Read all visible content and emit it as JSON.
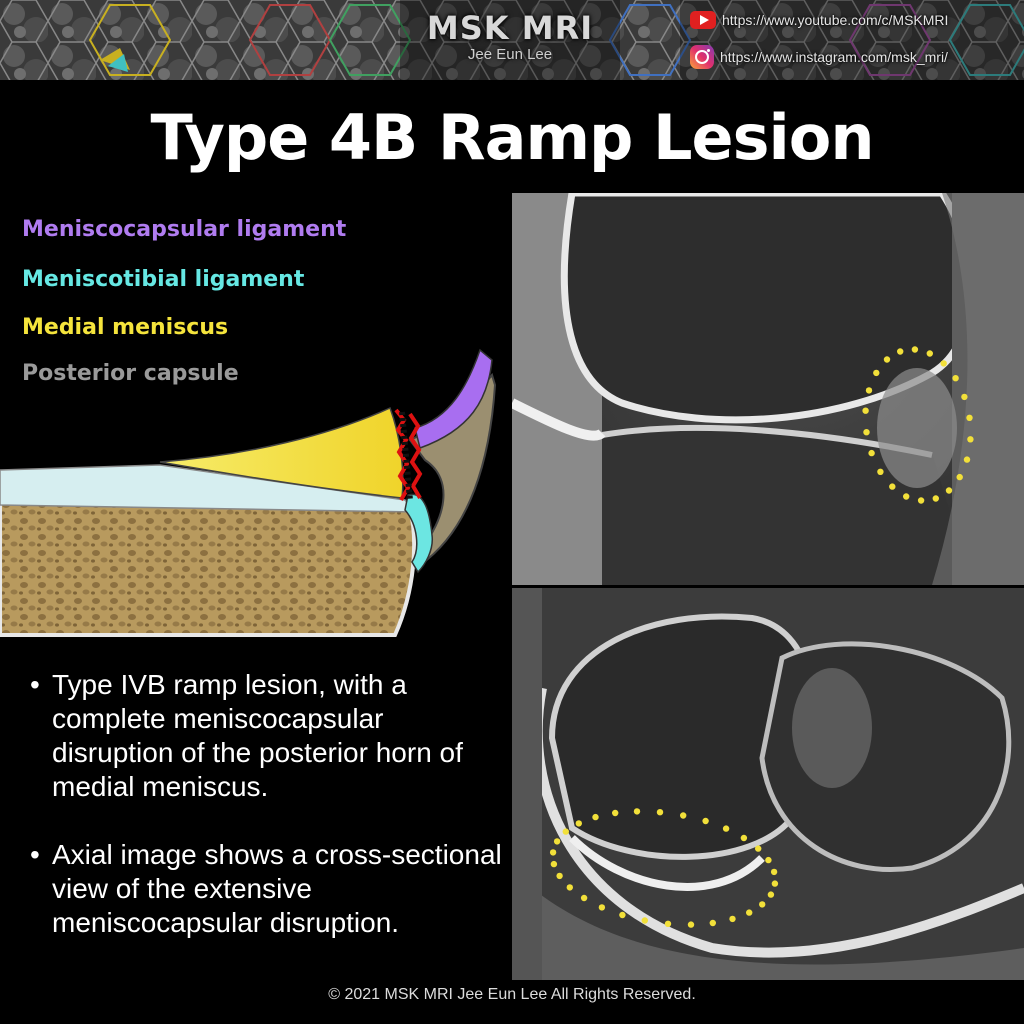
{
  "header": {
    "brand": "MSK MRI",
    "author": "Jee Eun Lee",
    "youtube_url": "https://www.youtube.com/c/MSKMRI",
    "instagram_url": "https://www.instagram.com/msk_mri/",
    "youtube_icon": "youtube-icon",
    "instagram_icon": "instagram-icon"
  },
  "title": "Type 4B Ramp Lesion",
  "legend": [
    {
      "label": "Meniscocapsular ligament",
      "color": "#b07cf0"
    },
    {
      "label": "Meniscotibial ligament",
      "color": "#66e8e4"
    },
    {
      "label": "Medial meniscus",
      "color": "#f5e43c"
    },
    {
      "label": "Posterior capsule",
      "color": "#9a9a9a"
    }
  ],
  "bullets": [
    "Type IVB ramp lesion, with a complete meniscocapsular disruption of the posterior horn of medial meniscus.",
    "Axial image shows a cross-sectional view of the extensive meniscocapsular disruption."
  ],
  "bullet_symbol": "•",
  "copyright": "© 2021 MSK MRI Jee Eun Lee All Rights Reserved.",
  "annotation_color": "#f2e03a"
}
